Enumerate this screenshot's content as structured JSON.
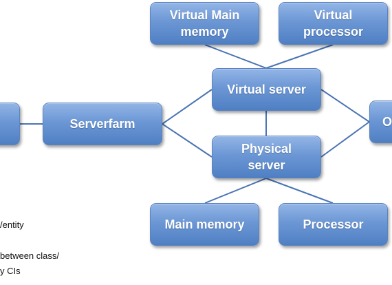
{
  "diagram": {
    "nodes": {
      "left_partial": "",
      "serverfarm": "Serverfarm",
      "virtual_main_memory": "Virtual Main memory",
      "virtual_processor": "Virtual processor",
      "virtual_server": "Virtual server",
      "physical_server": "Physical server",
      "right_partial": "O",
      "main_memory": "Main memory",
      "processor": "Processor"
    },
    "notes": [
      "/entity",
      "between class/",
      "y CIs"
    ],
    "colors": {
      "node_fill": "#6c97d5",
      "node_border": "#5b83bf",
      "connector": "#4a74b4",
      "node_text": "#ffffff"
    }
  }
}
